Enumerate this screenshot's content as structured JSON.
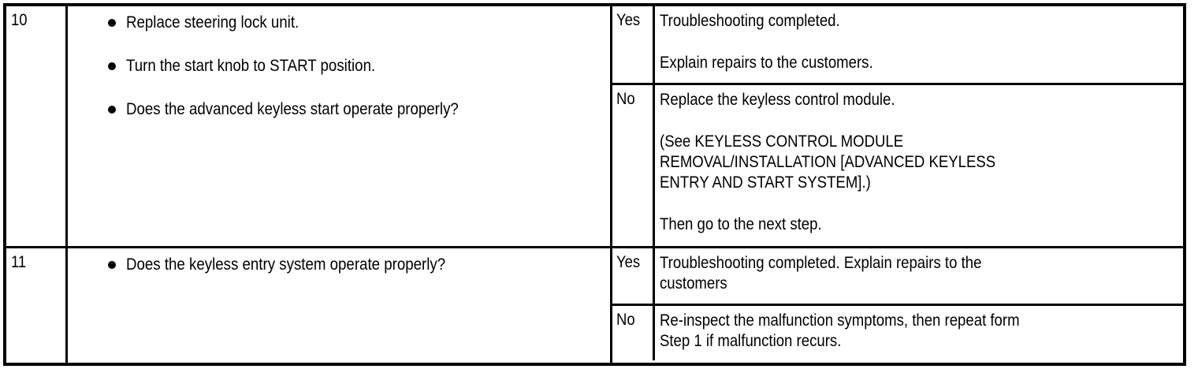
{
  "document": {
    "type": "troubleshooting-table",
    "columns": [
      "step-number",
      "action-and-question",
      "answer",
      "result-action"
    ]
  },
  "rows": [
    {
      "step": "10",
      "actions": [
        "Replace steering lock unit.",
        "Turn the start knob to START position.",
        "Does the advanced keyless start operate properly?"
      ],
      "results": [
        {
          "answer": "Yes",
          "paragraphs": [
            "Troubleshooting completed.",
            "Explain repairs to the customers."
          ]
        },
        {
          "answer": "No",
          "paragraphs": [
            "Replace the keyless control module.",
            "(See KEYLESS CONTROL MODULE\nREMOVAL/INSTALLATION [ADVANCED KEYLESS\nENTRY AND START SYSTEM].)",
            "Then go to the next step."
          ]
        }
      ]
    },
    {
      "step": "11",
      "actions": [
        "Does the keyless entry system operate properly?"
      ],
      "results": [
        {
          "answer": "Yes",
          "paragraphs": [
            "Troubleshooting completed. Explain repairs to the\ncustomers"
          ]
        },
        {
          "answer": "No",
          "paragraphs": [
            "Re-inspect the malfunction symptoms, then repeat form\nStep 1 if malfunction recurs."
          ]
        }
      ]
    }
  ],
  "colors": {
    "border": "#000000",
    "text": "#000000",
    "background": "#ffffff"
  }
}
